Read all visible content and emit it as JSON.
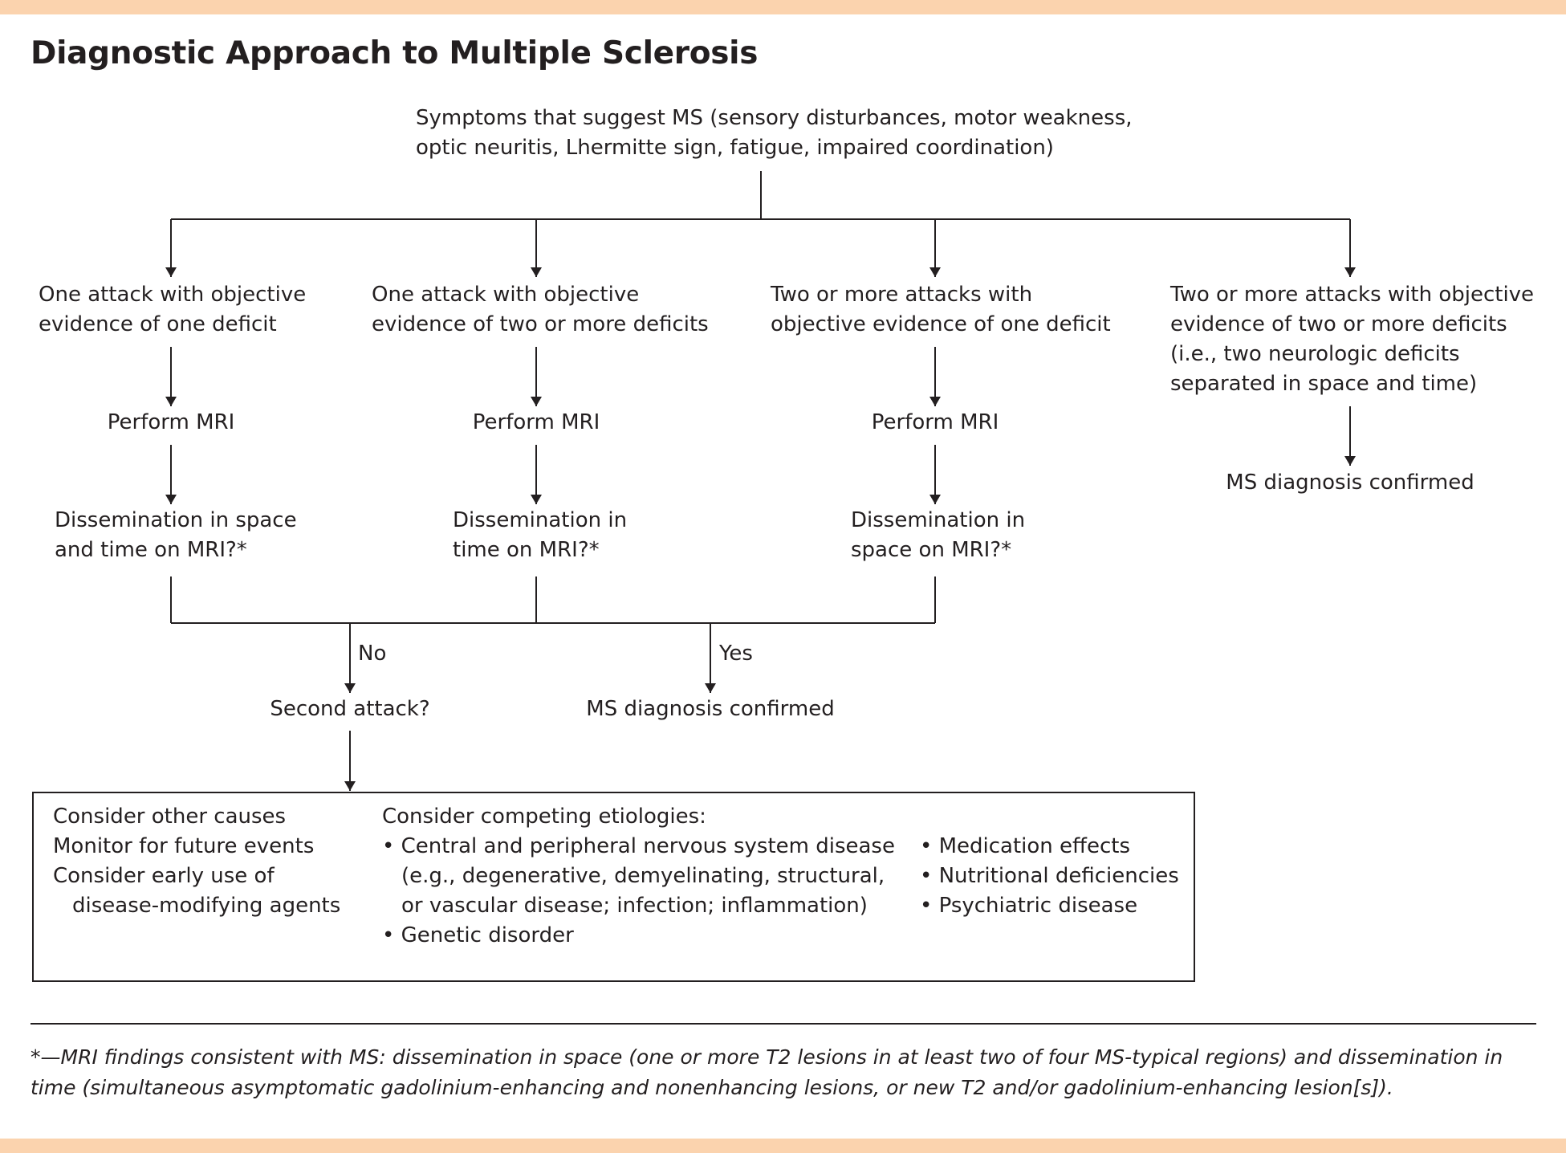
{
  "title": "Diagnostic Approach to Multiple Sclerosis",
  "start": {
    "line1": "Symptoms that suggest MS (sensory disturbances, motor weakness,",
    "line2": "optic neuritis, Lhermitte sign, fatigue, impaired coordination)"
  },
  "branches": [
    {
      "lines": [
        "One attack with objective",
        "evidence of one deficit"
      ],
      "mri": "Perform MRI",
      "dissemination": [
        "Dissemination in space",
        "and time on MRI?*"
      ]
    },
    {
      "lines": [
        "One attack with objective",
        "evidence of two or more deficits"
      ],
      "mri": "Perform MRI",
      "dissemination": [
        "Dissemination in",
        "time on MRI?*"
      ]
    },
    {
      "lines": [
        "Two or more attacks with",
        "objective evidence of one deficit"
      ],
      "mri": "Perform MRI",
      "dissemination": [
        "Dissemination in",
        "space on MRI?*"
      ]
    },
    {
      "lines": [
        "Two or more attacks with objective",
        "evidence of two or more deficits",
        "(i.e., two neurologic deficits",
        "separated in space and time)"
      ],
      "result": "MS diagnosis confirmed"
    }
  ],
  "decision": {
    "no_label": "No",
    "yes_label": "Yes",
    "no_result": "Second attack?",
    "yes_result": "MS diagnosis confirmed"
  },
  "box": {
    "col1": [
      "Consider other causes",
      "Monitor for future events",
      "Consider early use of",
      "disease-modifying agents"
    ],
    "col2_heading": "Consider competing etiologies:",
    "col2_b1": [
      "• Central and peripheral nervous system disease",
      "(e.g., degenerative, demyelinating, structural,",
      "or vascular disease; infection; inflammation)"
    ],
    "col2_b2": "• Genetic disorder",
    "col3": [
      "• Medication effects",
      "• Nutritional deficiencies",
      "• Psychiatric disease"
    ]
  },
  "footnote": "*—MRI findings consistent with MS: dissemination in space (one or more T2 lesions in at least two of four MS-typical regions) and dissemination in time (simultaneous asymptomatic gadolinium-enhancing and nonenhancing lesions, or new T2 and/or gadolinium-enhancing lesion[s])."
}
